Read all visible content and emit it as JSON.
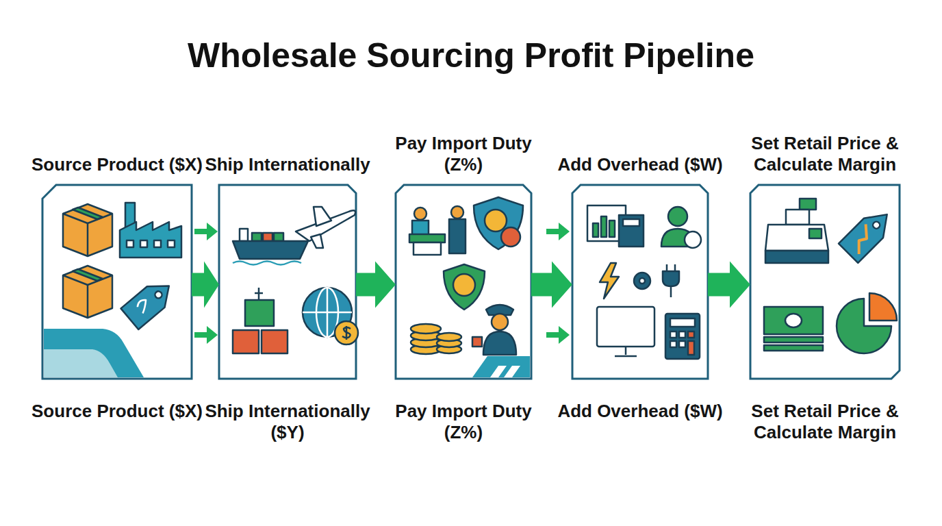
{
  "diagram": {
    "title": "Wholesale Sourcing Profit Pipeline",
    "nodes": [
      {
        "text": [
          "Source Product ($X)",
          "Source Product ($X)"
        ]
      },
      {
        "text": [
          "Ship Internationally",
          "Ship Internationally ($Y)"
        ]
      },
      {
        "text": [
          "Pay Import Duty (Z%)",
          "Pay Import Duty (Z%)"
        ]
      },
      {
        "text": [
          "Add Overhead ($W)",
          "Add Overhead ($W)"
        ]
      },
      {
        "text": [
          "Set Retail Price & Calculate Margin",
          "Set Retail Price & Calculate Margin"
        ]
      }
    ],
    "edges": [
      {
        "from": 0,
        "to": 1,
        "arrow": "to"
      },
      {
        "from": 1,
        "to": 2,
        "arrow": "to"
      },
      {
        "from": 2,
        "to": 3,
        "arrow": "to"
      },
      {
        "from": 3,
        "to": 4,
        "arrow": "to"
      }
    ]
  }
}
